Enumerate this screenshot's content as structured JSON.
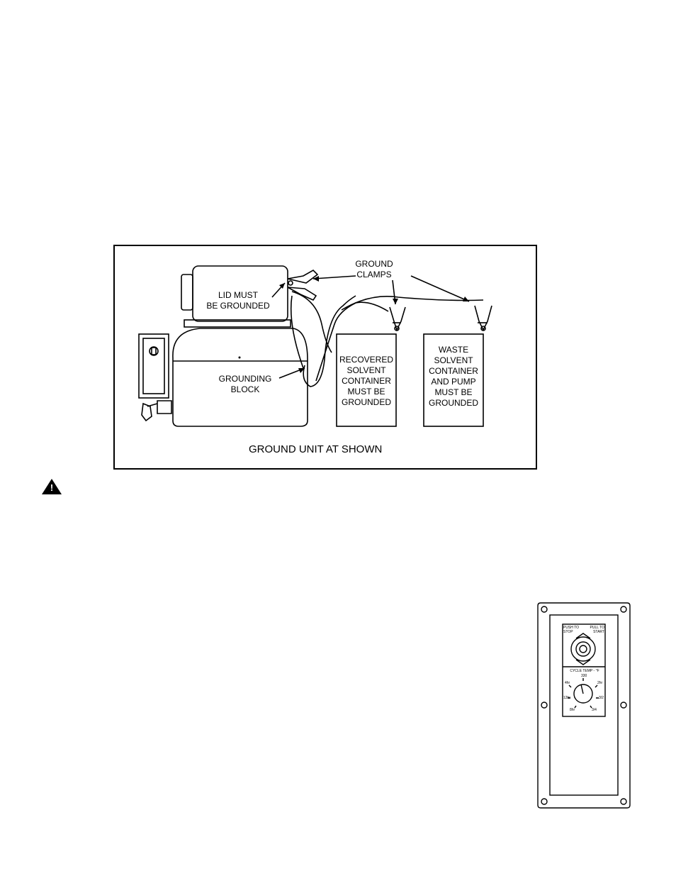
{
  "figure": {
    "labels": {
      "lid": "LID MUST\nBE GROUNDED",
      "clamps": "GROUND\nCLAMPS",
      "block": "GROUNDING\nBLOCK",
      "recovered": "RECOVERED\nSOLVENT\nCONTAINER\nMUST BE\nGROUNDED",
      "waste": "WASTE\nSOLVENT\nCONTAINER\nAND PUMP\nMUST BE\nGROUNDED"
    },
    "caption": "GROUND UNIT AT SHOWN"
  },
  "warning": {
    "icon": "warning-triangle-icon",
    "mark": "!"
  },
  "control_panel": {
    "push_stop": "PUSH TO\nSTOP",
    "pull_start": "PULL TO\nSTART",
    "cycle_temp": "CYCLE TEMP - °F",
    "dial_marks": [
      "330",
      "4hr",
      "2hr",
      "12hr",
      "3/2",
      "8hr",
      "3/4"
    ]
  }
}
